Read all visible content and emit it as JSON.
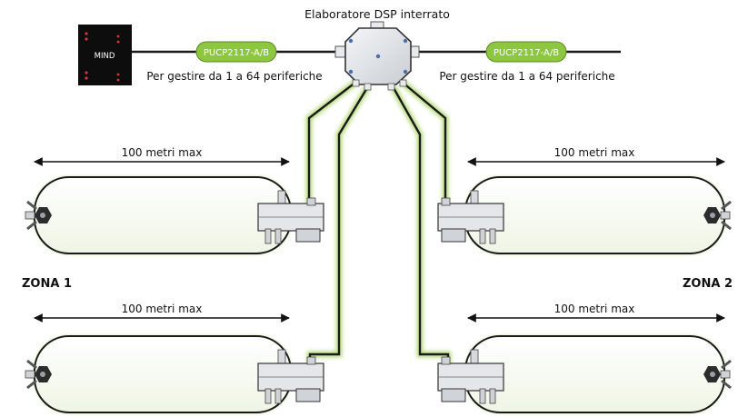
{
  "diagram": {
    "processor_title": "Elaboratore DSP interrato",
    "controller_label": "MIND",
    "left_module": {
      "label": "PUCP2117-A/B",
      "caption": "Per gestire da 1 a 64 periferiche"
    },
    "right_module": {
      "label": "PUCP2117-A/B",
      "caption": "Per gestire da 1 a 64 periferiche"
    },
    "zones": {
      "left": "ZONA 1",
      "right": "ZONA 2"
    },
    "distance_labels": [
      "100 metri max",
      "100 metri max",
      "100 metri max",
      "100 metri max"
    ],
    "colors": {
      "cable": "#1a1a1a",
      "glow": "#b9dc7e",
      "pill": "#8dc63f",
      "controller": "#0d0d0d",
      "led": "#e0322e"
    }
  }
}
